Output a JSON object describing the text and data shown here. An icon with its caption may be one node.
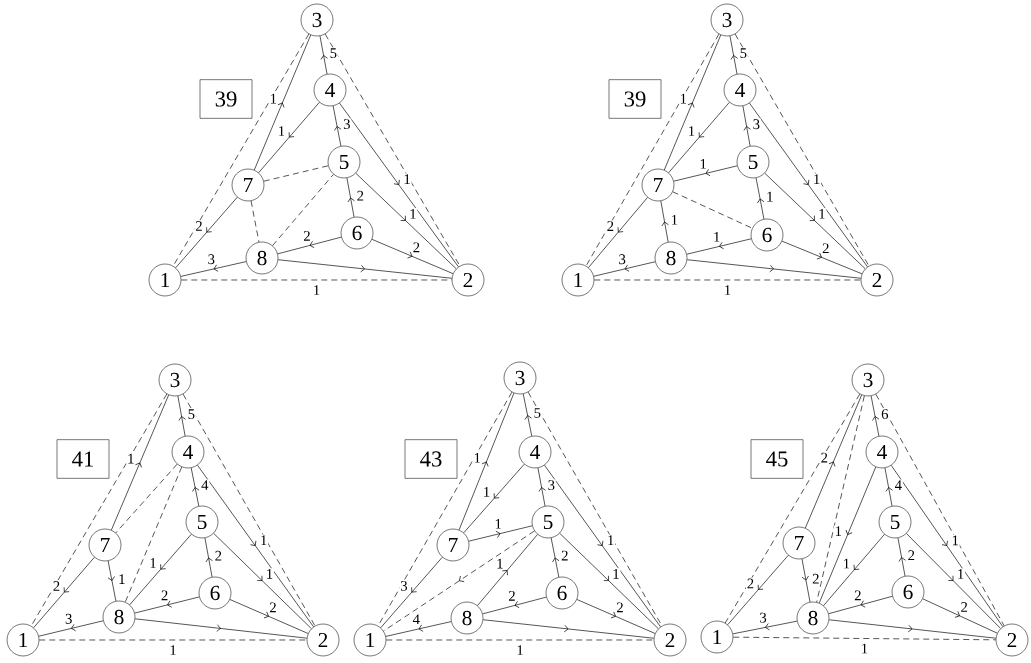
{
  "diagram": {
    "nodes": [
      {
        "text": [
          "39"
        ]
      },
      {
        "text": [
          "3"
        ]
      },
      {
        "text": [
          "4"
        ]
      },
      {
        "text": [
          "5"
        ]
      },
      {
        "text": [
          "7"
        ]
      },
      {
        "text": [
          "6"
        ]
      },
      {
        "text": [
          "8"
        ]
      },
      {
        "text": [
          "1"
        ]
      },
      {
        "text": [
          "2"
        ]
      },
      {
        "text": [
          "39"
        ]
      },
      {
        "text": [
          "3"
        ]
      },
      {
        "text": [
          "4"
        ]
      },
      {
        "text": [
          "5"
        ]
      },
      {
        "text": [
          "7"
        ]
      },
      {
        "text": [
          "6"
        ]
      },
      {
        "text": [
          "8"
        ]
      },
      {
        "text": [
          "1"
        ]
      },
      {
        "text": [
          "2"
        ]
      },
      {
        "text": [
          "41"
        ]
      },
      {
        "text": [
          "3"
        ]
      },
      {
        "text": [
          "4"
        ]
      },
      {
        "text": [
          "5"
        ]
      },
      {
        "text": [
          "7"
        ]
      },
      {
        "text": [
          "6"
        ]
      },
      {
        "text": [
          "8"
        ]
      },
      {
        "text": [
          "1"
        ]
      },
      {
        "text": [
          "2"
        ]
      },
      {
        "text": [
          "43"
        ]
      },
      {
        "text": [
          "3"
        ]
      },
      {
        "text": [
          "4"
        ]
      },
      {
        "text": [
          "5"
        ]
      },
      {
        "text": [
          "7"
        ]
      },
      {
        "text": [
          "6"
        ]
      },
      {
        "text": [
          "8"
        ]
      },
      {
        "text": [
          "1"
        ]
      },
      {
        "text": [
          "2"
        ]
      },
      {
        "text": [
          "45"
        ]
      },
      {
        "text": [
          "3"
        ]
      },
      {
        "text": [
          "4"
        ]
      },
      {
        "text": [
          "5"
        ]
      },
      {
        "text": [
          "7"
        ]
      },
      {
        "text": [
          "6"
        ]
      },
      {
        "text": [
          "8"
        ]
      },
      {
        "text": [
          "1"
        ]
      },
      {
        "text": [
          "2"
        ]
      }
    ],
    "edges": [
      {
        "from": 1,
        "to": 7,
        "arrow": "none",
        "style": "dashed"
      },
      {
        "from": 1,
        "to": 8,
        "arrow": "none",
        "style": "dashed"
      },
      {
        "from": 7,
        "to": 8,
        "arrow": "none",
        "style": "dashed",
        "label": "1"
      },
      {
        "from": 4,
        "to": 1,
        "arrow": "to",
        "label": "1"
      },
      {
        "from": 2,
        "to": 1,
        "arrow": "to",
        "label": "5"
      },
      {
        "from": 2,
        "to": 4,
        "arrow": "to",
        "label": "1"
      },
      {
        "from": 3,
        "to": 2,
        "arrow": "to",
        "label": "3"
      },
      {
        "from": 2,
        "to": 8,
        "arrow": "to",
        "label": "1"
      },
      {
        "from": 3,
        "to": 8,
        "arrow": "to",
        "label": "1"
      },
      {
        "from": 5,
        "to": 8,
        "arrow": "to",
        "label": "2"
      },
      {
        "from": 4,
        "to": 3,
        "arrow": "none",
        "style": "dashed"
      },
      {
        "from": 4,
        "to": 7,
        "arrow": "to",
        "label": "2"
      },
      {
        "from": 4,
        "to": 6,
        "arrow": "none",
        "style": "dashed"
      },
      {
        "from": 6,
        "to": 3,
        "arrow": "none",
        "style": "dashed"
      },
      {
        "from": 5,
        "to": 3,
        "arrow": "to",
        "label": "2"
      },
      {
        "from": 5,
        "to": 6,
        "arrow": "to",
        "label": "2"
      },
      {
        "from": 6,
        "to": 7,
        "arrow": "to",
        "label": "3"
      },
      {
        "from": 6,
        "to": 8,
        "arrow": "to"
      },
      {
        "from": 10,
        "to": 16,
        "arrow": "none",
        "style": "dashed"
      },
      {
        "from": 10,
        "to": 17,
        "arrow": "none",
        "style": "dashed"
      },
      {
        "from": 16,
        "to": 17,
        "arrow": "none",
        "style": "dashed",
        "label": "1"
      },
      {
        "from": 13,
        "to": 10,
        "arrow": "to",
        "label": "1"
      },
      {
        "from": 11,
        "to": 10,
        "arrow": "to",
        "label": "5"
      },
      {
        "from": 11,
        "to": 13,
        "arrow": "to",
        "label": "1"
      },
      {
        "from": 12,
        "to": 11,
        "arrow": "to",
        "label": "3"
      },
      {
        "from": 12,
        "to": 13,
        "arrow": "to",
        "label": "1"
      },
      {
        "from": 11,
        "to": 17,
        "arrow": "to",
        "label": "1"
      },
      {
        "from": 12,
        "to": 17,
        "arrow": "to",
        "label": "1"
      },
      {
        "from": 14,
        "to": 17,
        "arrow": "to",
        "label": "2"
      },
      {
        "from": 13,
        "to": 16,
        "arrow": "to",
        "label": "2"
      },
      {
        "from": 15,
        "to": 13,
        "arrow": "to",
        "label": "1"
      },
      {
        "from": 13,
        "to": 14,
        "arrow": "none",
        "style": "dashed"
      },
      {
        "from": 14,
        "to": 12,
        "arrow": "to",
        "label": "1"
      },
      {
        "from": 14,
        "to": 15,
        "arrow": "to",
        "label": "1"
      },
      {
        "from": 15,
        "to": 16,
        "arrow": "to",
        "label": "3"
      },
      {
        "from": 15,
        "to": 17,
        "arrow": "to"
      },
      {
        "from": 19,
        "to": 25,
        "arrow": "none",
        "style": "dashed"
      },
      {
        "from": 19,
        "to": 26,
        "arrow": "none",
        "style": "dashed"
      },
      {
        "from": 25,
        "to": 26,
        "arrow": "none",
        "style": "dashed",
        "label": "1"
      },
      {
        "from": 22,
        "to": 19,
        "arrow": "to",
        "label": "1"
      },
      {
        "from": 20,
        "to": 19,
        "arrow": "to",
        "label": "5"
      },
      {
        "from": 20,
        "to": 22,
        "arrow": "none",
        "style": "dashed"
      },
      {
        "from": 20,
        "to": 24,
        "arrow": "none",
        "style": "dashed"
      },
      {
        "from": 22,
        "to": 24,
        "arrow": "to",
        "label": "1"
      },
      {
        "from": 21,
        "to": 20,
        "arrow": "to",
        "label": "4"
      },
      {
        "from": 20,
        "to": 26,
        "arrow": "to",
        "label": "1"
      },
      {
        "from": 21,
        "to": 26,
        "arrow": "to",
        "label": "1"
      },
      {
        "from": 23,
        "to": 26,
        "arrow": "to",
        "label": "2"
      },
      {
        "from": 21,
        "to": 24,
        "arrow": "to",
        "label": "1"
      },
      {
        "from": 23,
        "to": 21,
        "arrow": "to",
        "label": "2"
      },
      {
        "from": 23,
        "to": 24,
        "arrow": "to",
        "label": "2"
      },
      {
        "from": 22,
        "to": 25,
        "arrow": "to",
        "label": "2"
      },
      {
        "from": 24,
        "to": 25,
        "arrow": "to",
        "label": "3"
      },
      {
        "from": 24,
        "to": 26,
        "arrow": "to"
      },
      {
        "from": 28,
        "to": 34,
        "arrow": "none",
        "style": "dashed"
      },
      {
        "from": 28,
        "to": 35,
        "arrow": "none",
        "style": "dashed"
      },
      {
        "from": 34,
        "to": 35,
        "arrow": "none",
        "style": "dashed",
        "label": "1"
      },
      {
        "from": 31,
        "to": 28,
        "arrow": "to",
        "label": "1"
      },
      {
        "from": 29,
        "to": 28,
        "arrow": "to",
        "label": "5"
      },
      {
        "from": 29,
        "to": 31,
        "arrow": "to",
        "label": "1"
      },
      {
        "from": 30,
        "to": 29,
        "arrow": "to",
        "label": "3"
      },
      {
        "from": 31,
        "to": 30,
        "arrow": "to",
        "label": "1"
      },
      {
        "from": 30,
        "to": 34,
        "arrow": "to",
        "style": "dashed"
      },
      {
        "from": 33,
        "to": 30,
        "arrow": "to",
        "label": "1"
      },
      {
        "from": 31,
        "to": 34,
        "arrow": "to",
        "label": "3"
      },
      {
        "from": 29,
        "to": 35,
        "arrow": "to",
        "label": "1"
      },
      {
        "from": 30,
        "to": 35,
        "arrow": "to",
        "label": "1"
      },
      {
        "from": 32,
        "to": 35,
        "arrow": "to",
        "label": "2"
      },
      {
        "from": 32,
        "to": 30,
        "arrow": "to",
        "label": "2"
      },
      {
        "from": 32,
        "to": 33,
        "arrow": "to",
        "label": "2"
      },
      {
        "from": 33,
        "to": 34,
        "arrow": "to",
        "label": "4"
      },
      {
        "from": 33,
        "to": 35,
        "arrow": "to"
      },
      {
        "from": 37,
        "to": 43,
        "arrow": "none",
        "style": "dashed"
      },
      {
        "from": 37,
        "to": 44,
        "arrow": "none",
        "style": "dashed"
      },
      {
        "from": 43,
        "to": 44,
        "arrow": "none",
        "style": "dashed",
        "label": "1"
      },
      {
        "from": 37,
        "to": 42,
        "arrow": "none",
        "style": "dashed"
      },
      {
        "from": 40,
        "to": 37,
        "arrow": "to",
        "label": "2"
      },
      {
        "from": 38,
        "to": 37,
        "arrow": "to",
        "label": "6"
      },
      {
        "from": 39,
        "to": 38,
        "arrow": "to",
        "label": "4"
      },
      {
        "from": 38,
        "to": 42,
        "arrow": "to",
        "label": "1"
      },
      {
        "from": 39,
        "to": 42,
        "arrow": "to",
        "label": "1"
      },
      {
        "from": 40,
        "to": 42,
        "arrow": "to",
        "label": "2"
      },
      {
        "from": 40,
        "to": 43,
        "arrow": "to",
        "label": "2"
      },
      {
        "from": 41,
        "to": 39,
        "arrow": "to",
        "label": "2"
      },
      {
        "from": 41,
        "to": 42,
        "arrow": "to",
        "label": "2"
      },
      {
        "from": 41,
        "to": 44,
        "arrow": "to",
        "label": "2"
      },
      {
        "from": 39,
        "to": 44,
        "arrow": "to",
        "label": "1"
      },
      {
        "from": 38,
        "to": 44,
        "arrow": "to",
        "label": "1"
      },
      {
        "from": 42,
        "to": 43,
        "arrow": "to",
        "label": "3"
      },
      {
        "from": 42,
        "to": 44,
        "arrow": "to"
      }
    ]
  }
}
